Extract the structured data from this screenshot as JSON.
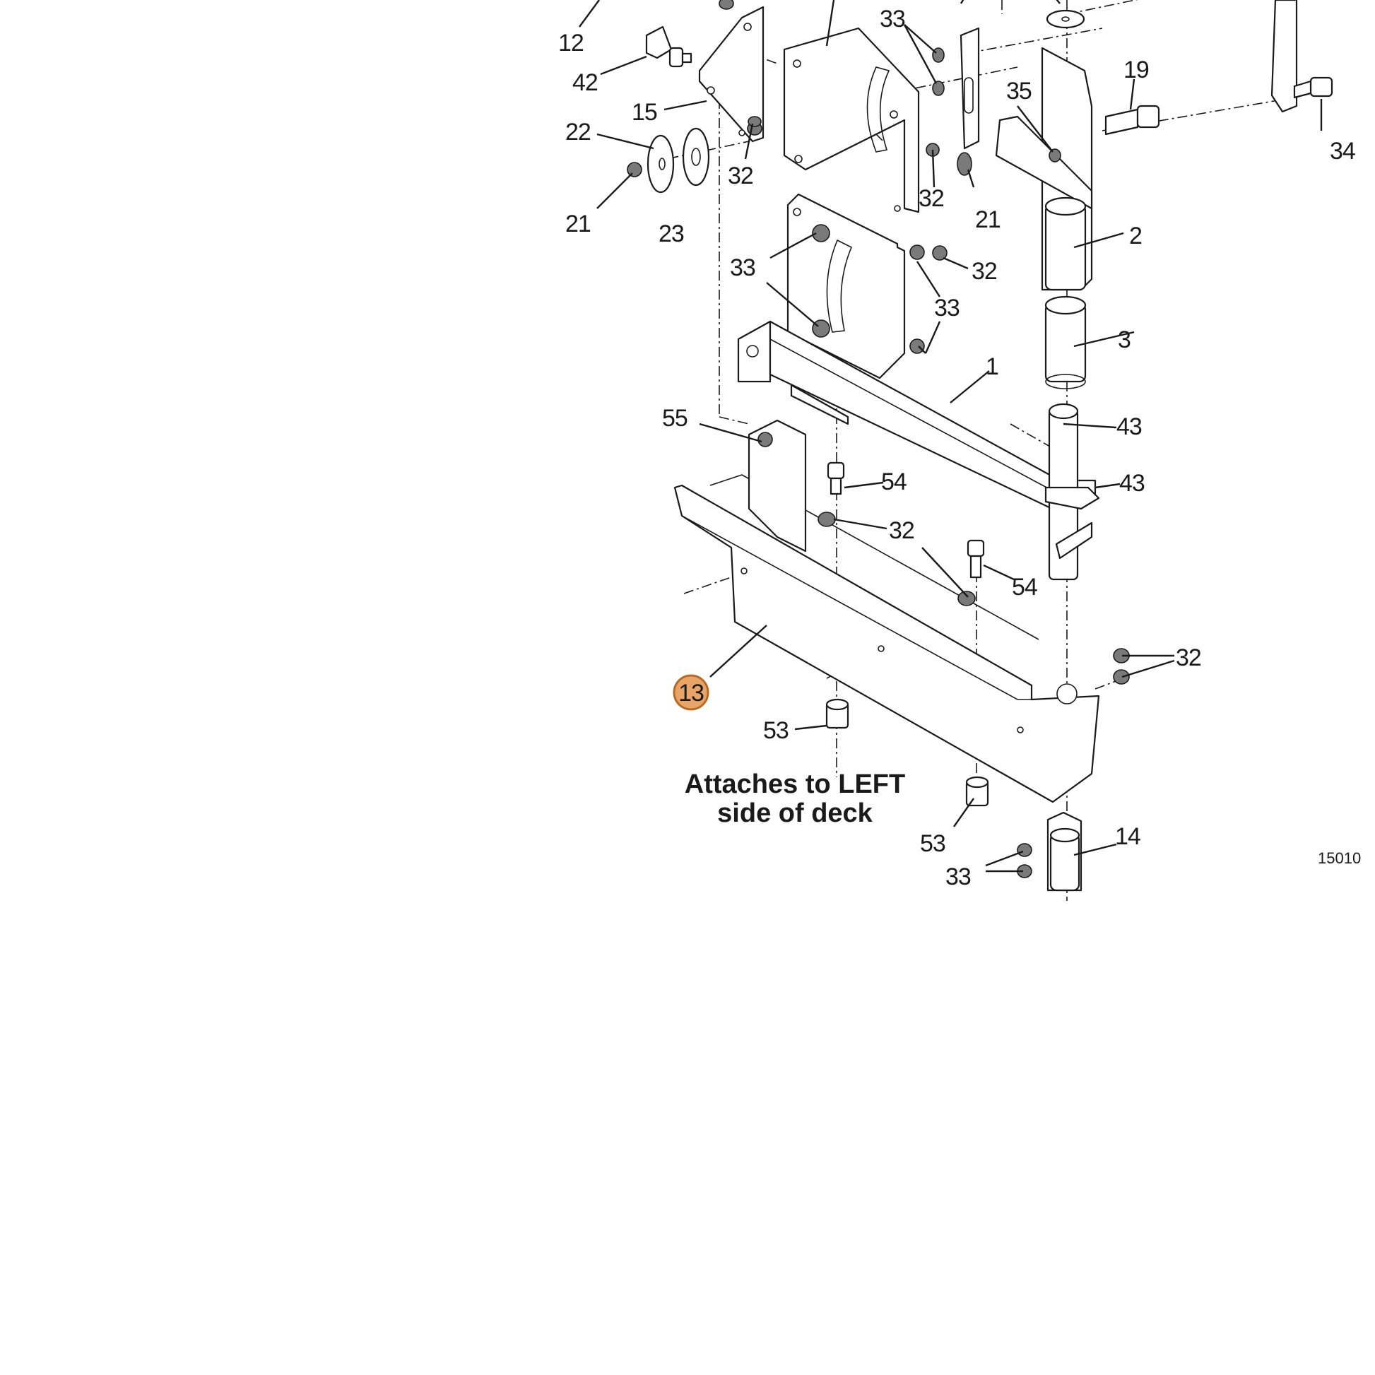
{
  "callouts": {
    "c12": "12",
    "c42": "42",
    "c15": "15",
    "c22": "22",
    "c21a": "21",
    "c23": "23",
    "c32a": "32",
    "c33a": "33",
    "c32b": "32",
    "c21b": "21",
    "c35": "35",
    "c19": "19",
    "c34": "34",
    "c2": "2",
    "c33b": "33",
    "c32c": "32",
    "c33c": "33",
    "c3": "3",
    "c1": "1",
    "c55": "55",
    "c43a": "43",
    "c43b": "43",
    "c54a": "54",
    "c32d": "32",
    "c54b": "54",
    "c13": "13",
    "c32e": "32",
    "c53a": "53",
    "c53b": "53",
    "c14": "14",
    "c33d": "33"
  },
  "highlighted_callout": "13",
  "caption": {
    "line1": "Attaches to LEFT",
    "line2": "side of deck"
  },
  "figure_number": "15010",
  "colors": {
    "line": "#1a1a1a",
    "highlight_fill": "#e9a567",
    "highlight_stroke": "#b96a22",
    "hardware": "#7a7a7a"
  }
}
